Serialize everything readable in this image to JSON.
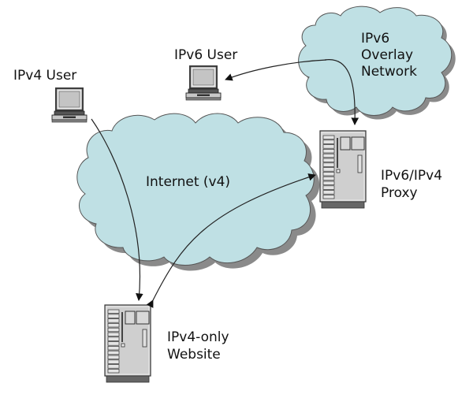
{
  "diagram": {
    "nodes": {
      "ipv4_user": {
        "label": "IPv4 User",
        "icon": "laptop-icon"
      },
      "ipv6_user": {
        "label": "IPv6 User",
        "icon": "laptop-icon"
      },
      "overlay": {
        "label_lines": [
          "IPv6",
          "Overlay",
          "Network"
        ],
        "icon": "cloud-icon"
      },
      "internet": {
        "label": "Internet (v4)",
        "icon": "cloud-icon"
      },
      "proxy": {
        "label_lines": [
          "IPv6/IPv4",
          "Proxy"
        ],
        "icon": "server-icon"
      },
      "website": {
        "label_lines": [
          "IPv4-only",
          "Website"
        ],
        "icon": "server-icon"
      }
    },
    "edges": [
      {
        "from": "ipv4_user",
        "to": "website",
        "via": "internet"
      },
      {
        "from": "overlay",
        "to": "ipv6_user"
      },
      {
        "from": "overlay",
        "to": "proxy"
      },
      {
        "from": "website",
        "to": "proxy",
        "via": "internet",
        "bidirectional": true
      }
    ],
    "colors": {
      "cloud_fill": "#bfe0e4",
      "cloud_shadow": "#8a8a8a",
      "device_fill": "#cfcfcf",
      "stroke": "#222222"
    }
  }
}
